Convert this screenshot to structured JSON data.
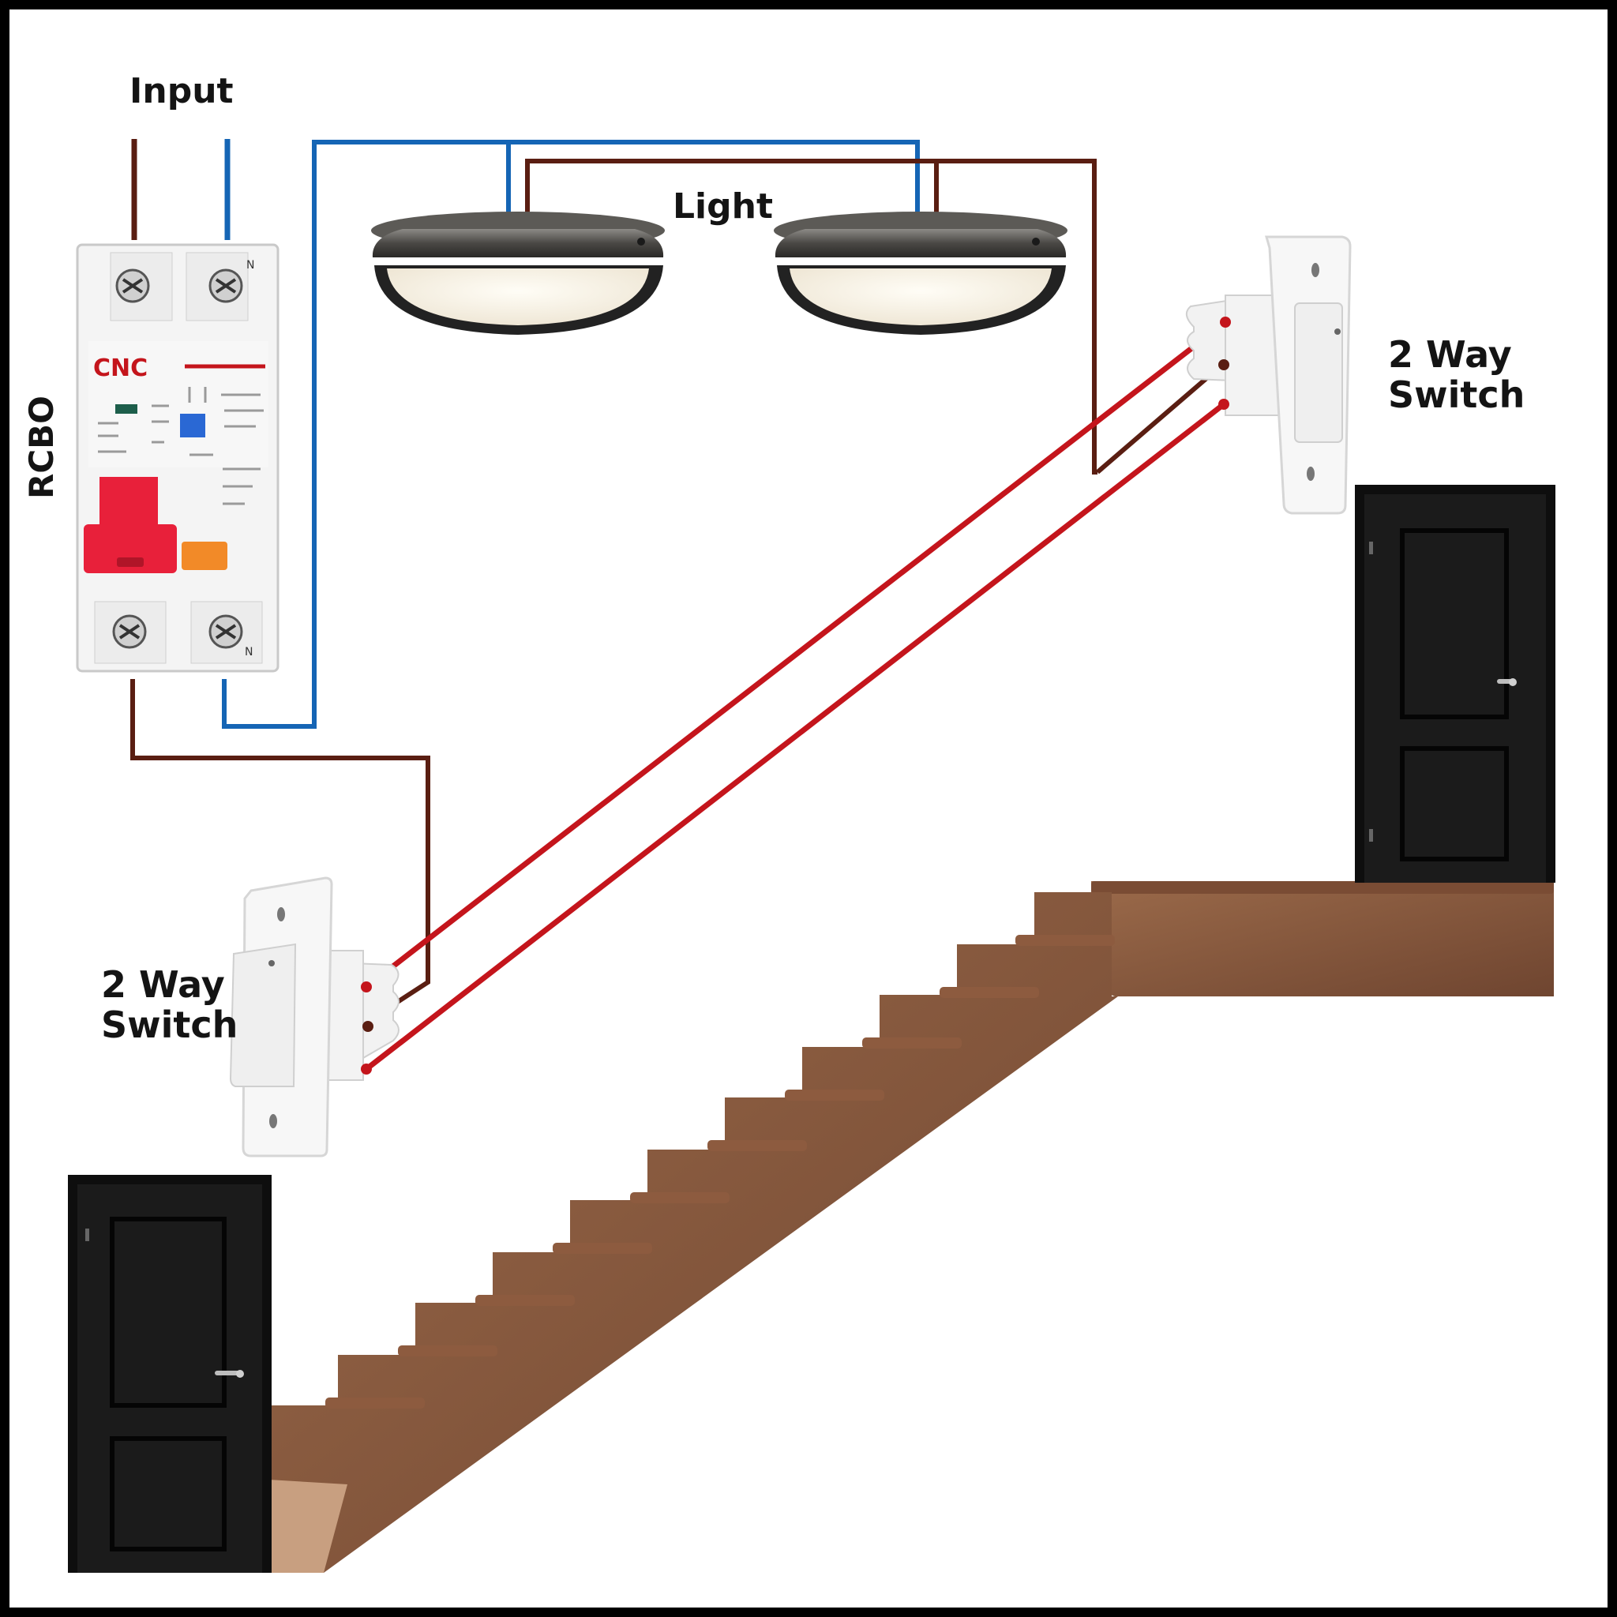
{
  "labels": {
    "input": "Input",
    "light": "Light",
    "rcbo": "RCBO",
    "switch_right": [
      "2 Way",
      "Switch"
    ],
    "switch_left": [
      "2 Way",
      "Switch"
    ]
  },
  "rcbo": {
    "brand": "CNC",
    "neutral_mark": "N"
  },
  "colors": {
    "live_wire": "#5a1e12",
    "neutral_wire": "#1565b5",
    "strapper_wire": "#c4151c",
    "rcbo_lever": "#e8203a",
    "rcbo_test_button": "#f28a28",
    "door": "#141414",
    "stair_wood": "#8a5a3c",
    "frame": "#000000"
  }
}
